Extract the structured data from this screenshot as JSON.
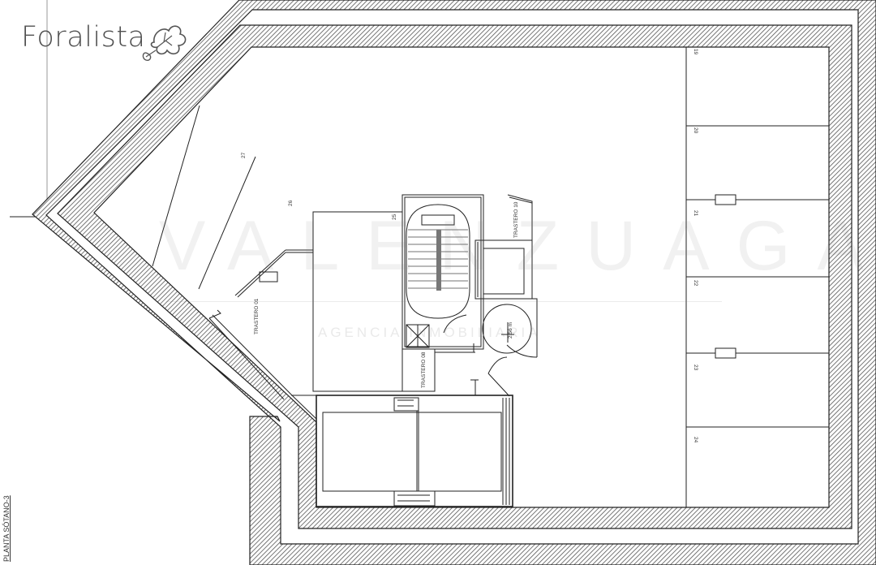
{
  "brand": {
    "name": "Foralista"
  },
  "watermark": {
    "main": "VALENZUAGA",
    "sub": "AGENCIA INMOBILIARIA"
  },
  "plan": {
    "title": "PLANTA SÓTANO-3",
    "parking_numbers": [
      "19",
      "20",
      "21",
      "22",
      "23",
      "24",
      "25",
      "26",
      "27"
    ],
    "storage_labels": [
      "TRASTERO 01",
      "TRASTERO 08",
      "TRASTERO 10"
    ],
    "dimension": "2.56 m"
  },
  "colors": {
    "line": "#222222",
    "hatch": "#555555",
    "stairs_rail": "#777777"
  }
}
